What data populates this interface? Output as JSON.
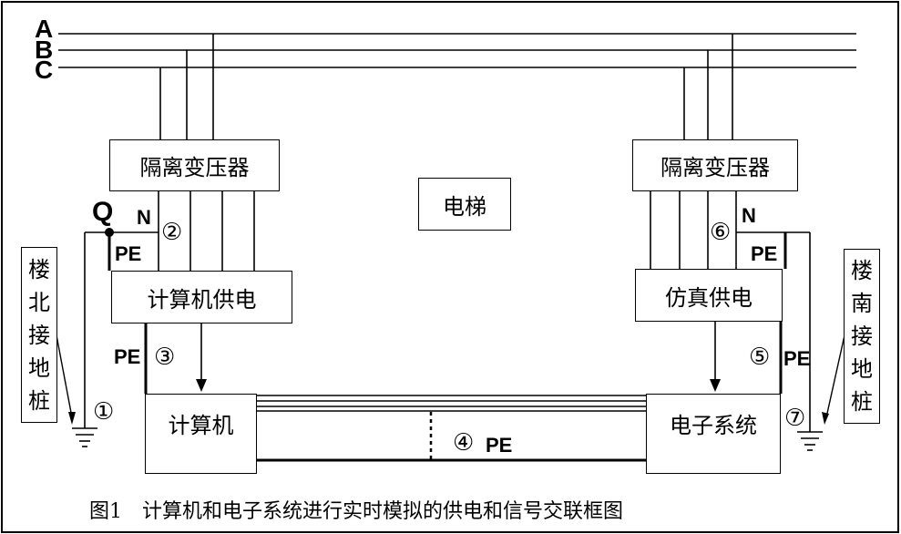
{
  "phases": [
    "A",
    "B",
    "C"
  ],
  "boxes": {
    "iso_left": "隔离变压器",
    "iso_right": "隔离变压器",
    "elevator": "电梯",
    "computer_power": "计算机供电",
    "sim_power": "仿真供电",
    "computer": "计算机",
    "electronic_system": "电子系统"
  },
  "grounding": {
    "north": [
      "楼",
      "北",
      "接",
      "地",
      "桩"
    ],
    "south": [
      "楼",
      "南",
      "接",
      "地",
      "桩"
    ]
  },
  "labels": {
    "q": "Q",
    "n_left": "N",
    "n_right": "N",
    "pe_left_top": "PE",
    "pe_right_top": "PE",
    "pe_left_mid": "PE",
    "pe_right_mid": "PE",
    "pe_bottom": "PE"
  },
  "markers": {
    "m1": "①",
    "m2": "②",
    "m3": "③",
    "m4": "④",
    "m5": "⑤",
    "m6": "⑥",
    "m7": "⑦"
  },
  "caption": "图1　计算机和电子系统进行实时模拟的供电和信号交联框图"
}
